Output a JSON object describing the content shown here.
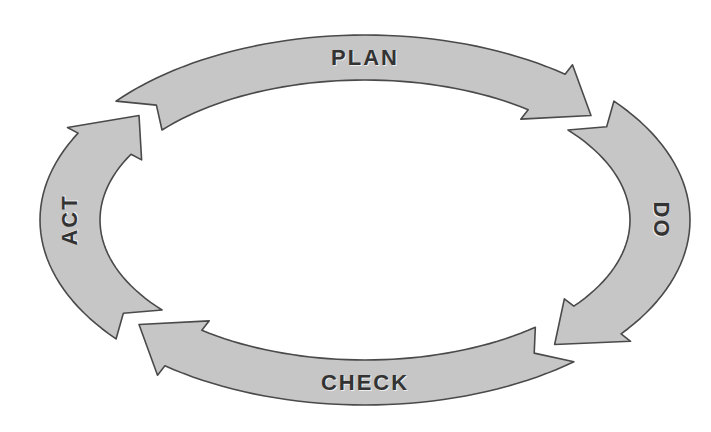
{
  "diagram": {
    "nodes": [
      {
        "text": [
          "PLAN"
        ]
      },
      {
        "text": [
          "DO"
        ]
      },
      {
        "text": [
          "CHECK"
        ]
      },
      {
        "text": [
          "ACT"
        ]
      }
    ]
  }
}
